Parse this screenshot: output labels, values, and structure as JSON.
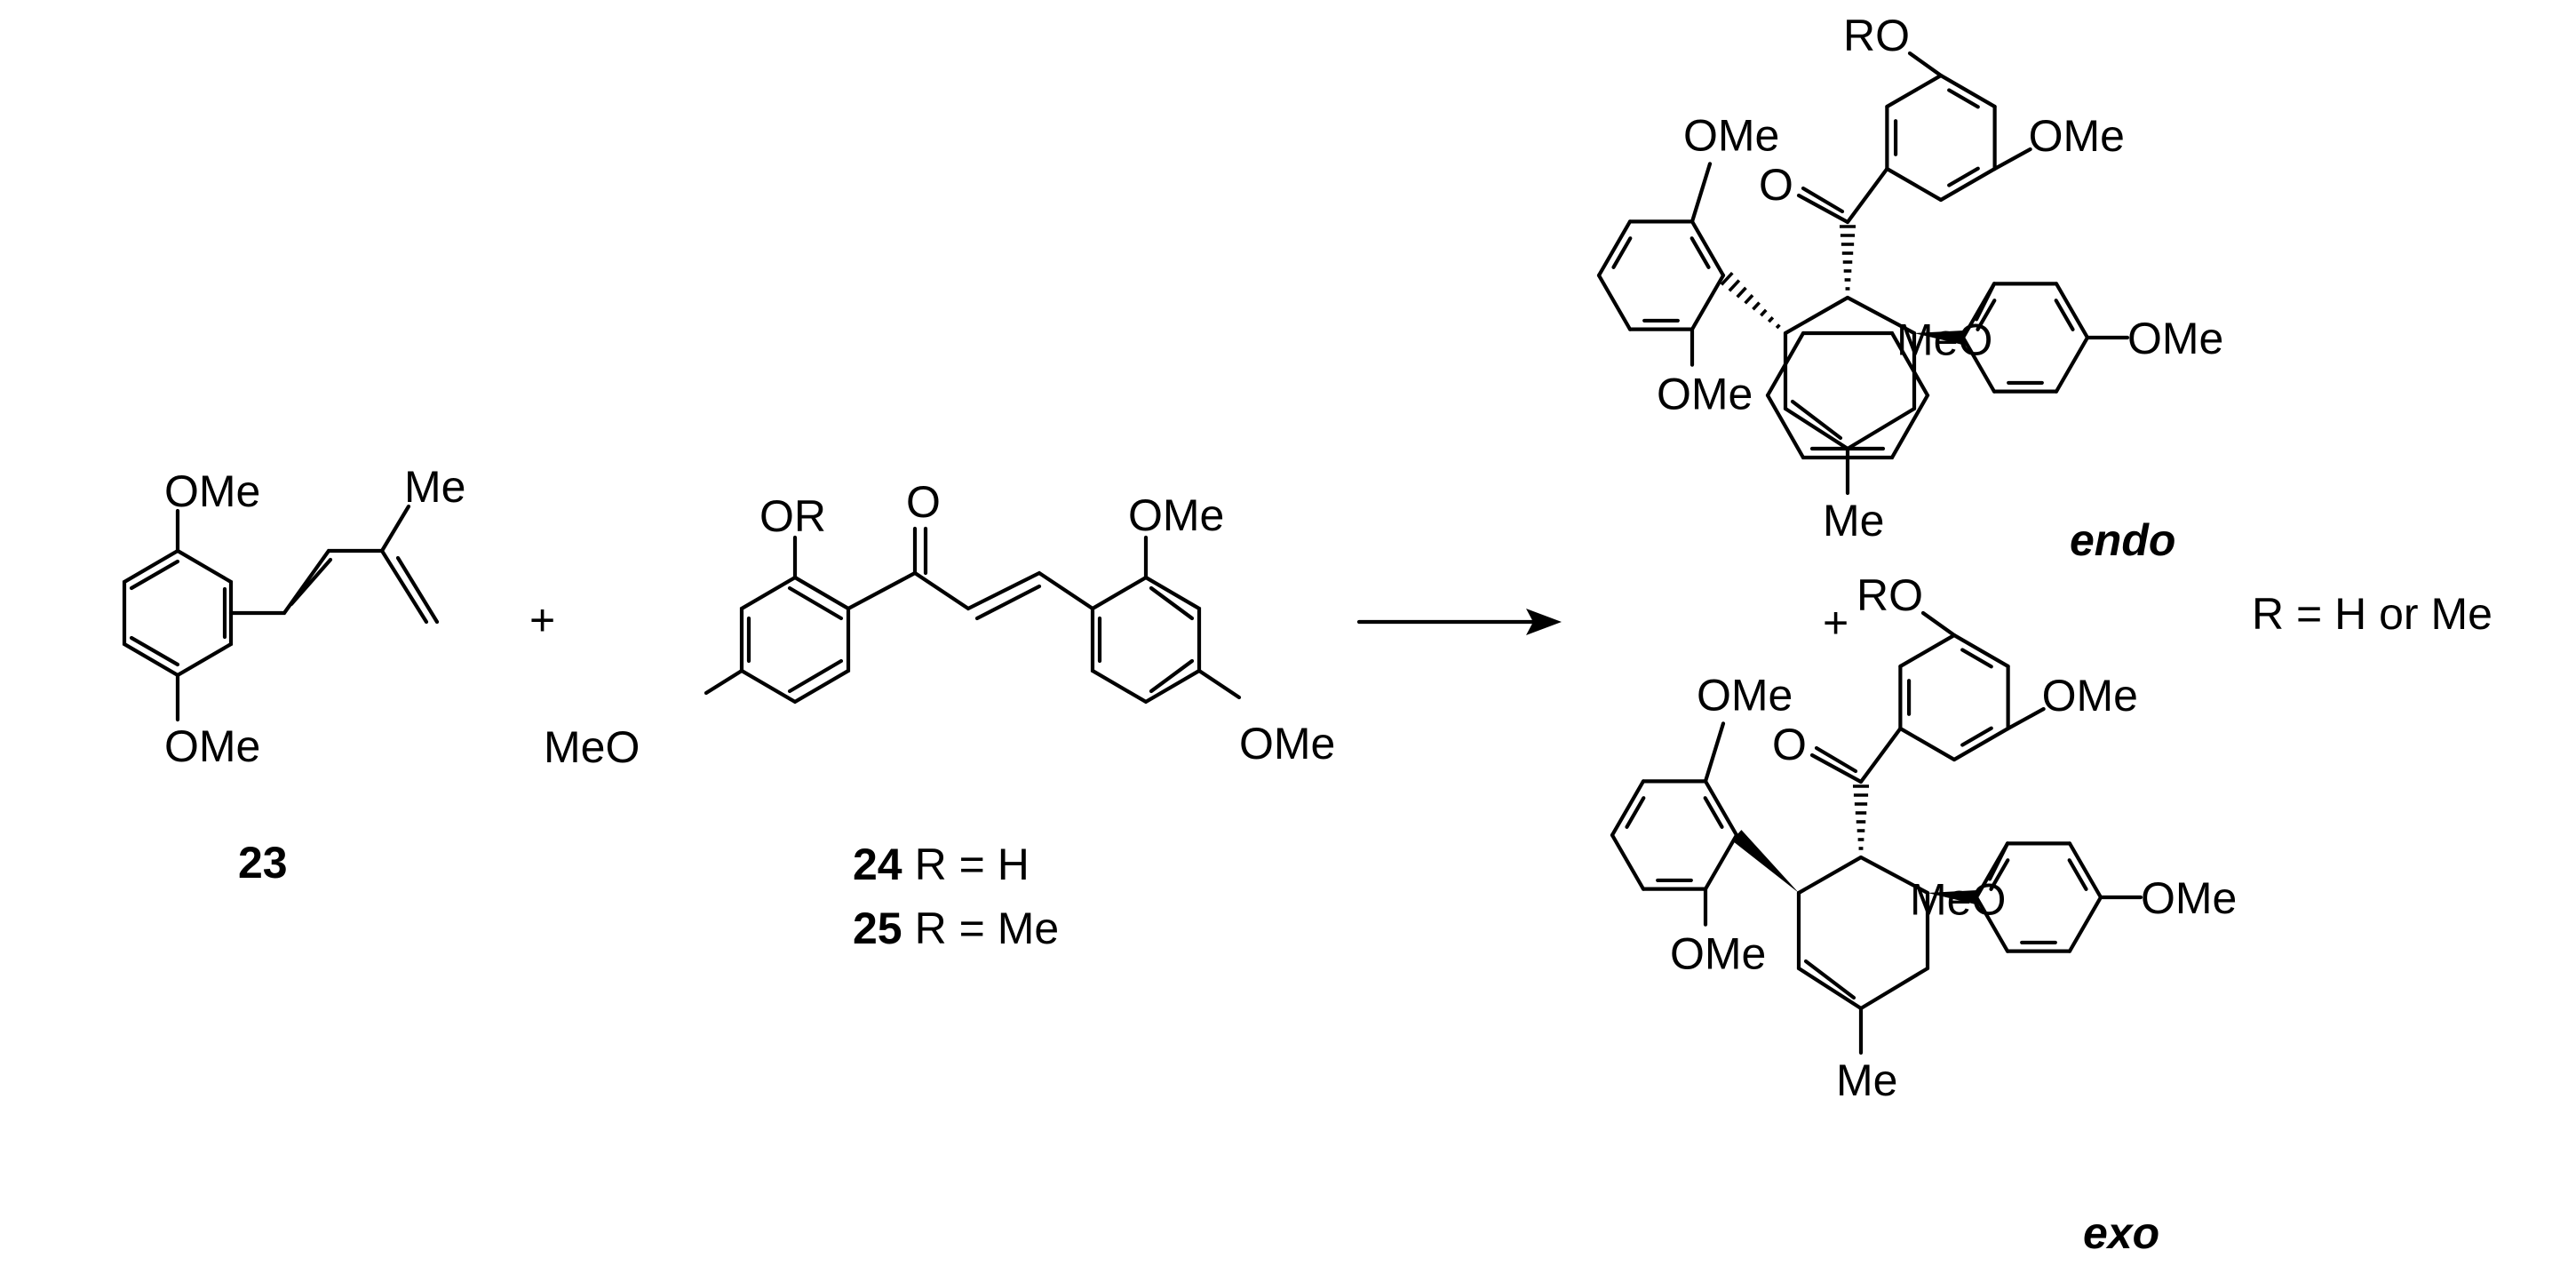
{
  "title": "",
  "colors": {
    "ink": "#000000",
    "background": "#ffffff"
  },
  "compounds": {
    "c23": {
      "number": "23",
      "labels": {
        "ome_top": "OMe",
        "ome_bottom": "OMe",
        "me": "Me"
      }
    },
    "c24_25": {
      "line1_number": "24",
      "line1_text": "R = H",
      "line2_number": "25",
      "line2_text": "R = Me",
      "labels": {
        "or": "OR",
        "o": "O",
        "ome_ar": "OMe",
        "ome_para": "OMe",
        "meo": "MeO"
      }
    },
    "endo": {
      "label": "endo",
      "labels": {
        "ro": "RO",
        "ome_top": "OMe",
        "ome_upper": "OMe",
        "o": "O",
        "ome_right": "OMe",
        "ome_lower": "OMe",
        "meo": "MeO",
        "me": "Me"
      }
    },
    "exo": {
      "label": "exo",
      "labels": {
        "ro": "RO",
        "ome_top": "OMe",
        "ome_upper": "OMe",
        "o": "O",
        "ome_right": "OMe",
        "ome_lower": "OMe",
        "meo": "MeO",
        "me": "Me"
      }
    }
  },
  "operators": {
    "plus_left": "+",
    "plus_right": "+"
  },
  "r_definition": "R = H or Me"
}
